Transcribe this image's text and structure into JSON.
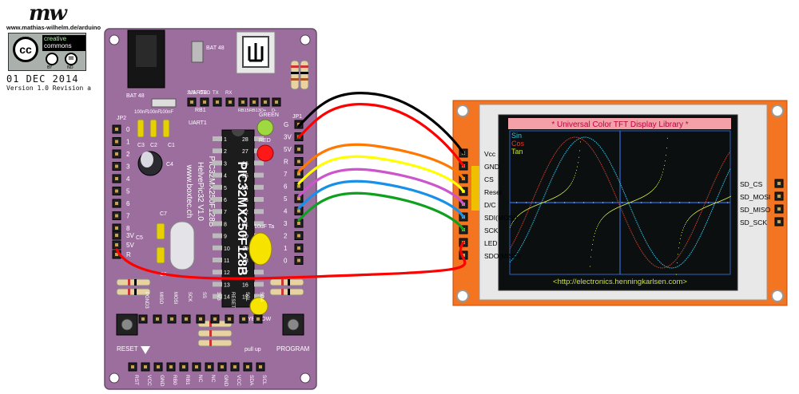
{
  "header": {
    "logo": "mw",
    "url": "www.mathias-wilhelm.de/arduino",
    "cc_line1": "creative",
    "cc_line2": "commons",
    "cc_mark": "cc",
    "cc_by": "BY",
    "cc_nd": "ND",
    "date": "01 DEC 2014",
    "version": "Version 1.0 Revision a"
  },
  "board": {
    "chip_name": "PIC32MX250F128B",
    "vertical_1": "PIC32MX250F128B",
    "vertical_2": "HelvePic32 V1.0",
    "vertical_3": "www.boxtec.ch",
    "bat": "BAT 48",
    "bat2": "BAT 48",
    "uart2": "UART2",
    "uart1": "UART1",
    "jp2": "JP2",
    "jp1": "JP1",
    "green": "GREEN",
    "red": "RED",
    "yellow": "YELLOW",
    "reset": "RESET",
    "program": "PROGRAM",
    "cap_label": "10uF Ta",
    "pullup": "pull up",
    "c1": "C1",
    "c2": "C2",
    "c3": "C3",
    "c4": "C4",
    "c5": "C5",
    "c6": "C6",
    "c7": "C7",
    "cap100_1": "100nF",
    "cap100_2": "100nF",
    "cap100_3": "100nF",
    "rb1": "RB1",
    "left_pins": [
      "0",
      "1",
      "2",
      "3",
      "4",
      "5",
      "6",
      "7",
      "8"
    ],
    "left_power": [
      "3V",
      "5V",
      "R"
    ],
    "right_pins": [
      "G",
      "3V",
      "5V",
      "R",
      "7",
      "6",
      "5",
      "4",
      "3",
      "2",
      "1",
      "0"
    ],
    "top_pins": [
      "3V3",
      "GND",
      "TX",
      "RX"
    ],
    "top_pins2": [
      "RB15",
      "RB13",
      "D+",
      "D-"
    ],
    "chip_left_pins": [
      "1",
      "2",
      "3",
      "4",
      "5",
      "6",
      "7",
      "8",
      "9",
      "10",
      "11",
      "12",
      "13",
      "14"
    ],
    "chip_right_pins": [
      "28",
      "27",
      "26",
      "25",
      "24",
      "23",
      "22",
      "21",
      "20",
      "19",
      "18",
      "17",
      "16",
      "15"
    ],
    "bottom_pins": [
      "RST",
      "VCC",
      "GND",
      "RB0",
      "RB1",
      "NC",
      "NC",
      "GND",
      "VCC",
      "SDA",
      "SCL"
    ],
    "bottom_extra": [
      "PGND3",
      "MISO",
      "MOSI",
      "SCK",
      "SS",
      "3V3",
      "RESET",
      "SCL",
      "SDA"
    ]
  },
  "lcd": {
    "pins_left": [
      "Vcc",
      "GND",
      "CS",
      "Reset",
      "D/C",
      "SDI(MOSI)",
      "SCK",
      "LED",
      "SDO(MISO)"
    ],
    "pins_right": [
      "SD_CS",
      "SD_MOSI",
      "SD_MISO",
      "SD_SCK"
    ],
    "title": "* Universal Color TFT Display Library *",
    "legend": [
      {
        "name": "Sin",
        "color": "#35c4e8"
      },
      {
        "name": "Cos",
        "color": "#d04030"
      },
      {
        "name": "Tan",
        "color": "#c8e040"
      }
    ],
    "footer": "<http://electronics.henningkarlsen.com>"
  },
  "wires": [
    {
      "name": "vcc",
      "color": "#000000"
    },
    {
      "name": "gnd",
      "color": "#ff0000"
    },
    {
      "name": "cs",
      "color": "#ff7800"
    },
    {
      "name": "reset",
      "color": "#ffff00"
    },
    {
      "name": "dc",
      "color": "#cc55cc"
    },
    {
      "name": "mosi",
      "color": "#1890e8"
    },
    {
      "name": "sck",
      "color": "#10a020"
    },
    {
      "name": "led",
      "color": "#ff0000"
    }
  ],
  "colors": {
    "pcb": "#9b6e9e",
    "pcb_dark": "#7d5580",
    "lcd_board": "#f37421",
    "lcd_screen": "#0b0f10",
    "title_bar": "#f4a0a8"
  }
}
